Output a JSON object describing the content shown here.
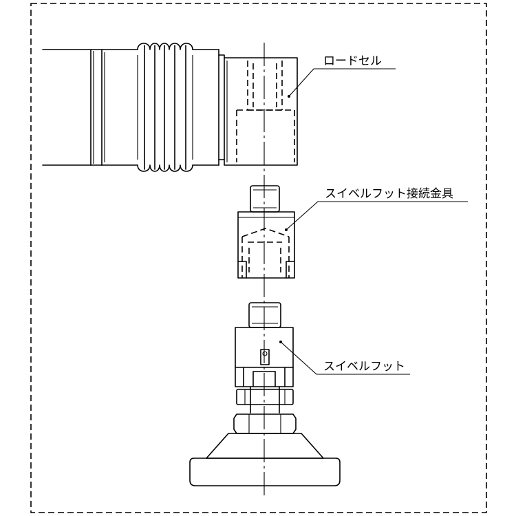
{
  "labels": {
    "load_cell": "ロードセル",
    "swivel_adapter": "スイベルフット接続金具",
    "swivel_foot": "スイベルフット"
  }
}
